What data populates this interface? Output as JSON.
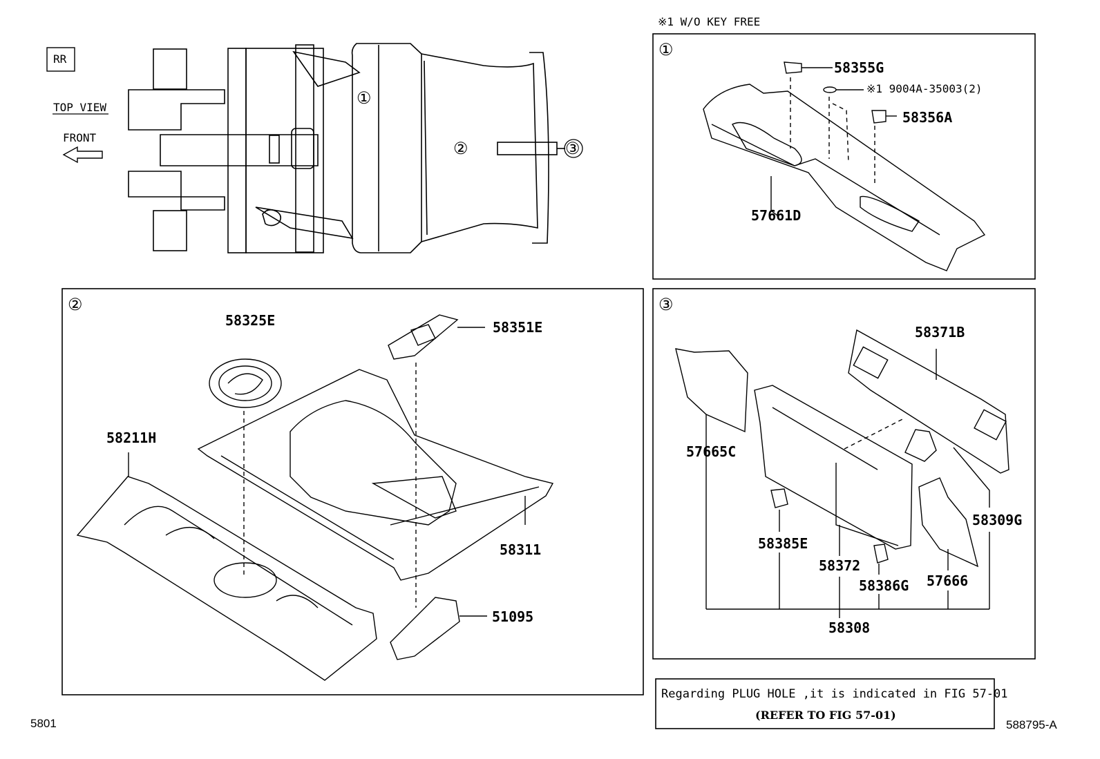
{
  "header": {
    "rr_badge": "RR",
    "top_view": "TOP VIEW",
    "front": "FRONT",
    "key_free_note": "※1 W/O KEY FREE"
  },
  "callouts": {
    "one": "①",
    "two": "②",
    "three": "③"
  },
  "panel1": {
    "parts": [
      {
        "id": "58355G"
      },
      {
        "id": "※1 9004A-35003(2)"
      },
      {
        "id": "58356A"
      },
      {
        "id": "57661D"
      }
    ]
  },
  "panel2": {
    "parts": [
      {
        "id": "58325E"
      },
      {
        "id": "58351E"
      },
      {
        "id": "58211H"
      },
      {
        "id": "58311"
      },
      {
        "id": "51095"
      }
    ]
  },
  "panel3": {
    "parts": [
      {
        "id": "58371B"
      },
      {
        "id": "57665C"
      },
      {
        "id": "58309G"
      },
      {
        "id": "58385E"
      },
      {
        "id": "58372"
      },
      {
        "id": "58386G"
      },
      {
        "id": "57666"
      },
      {
        "id": "58308"
      }
    ]
  },
  "note": {
    "line1": "Regarding PLUG HOLE ,it is indicated in FIG 57-01",
    "line2": "(REFER TO FIG 57-01)"
  },
  "footer": {
    "page_code": "5801",
    "figure_code": "588795-A"
  }
}
